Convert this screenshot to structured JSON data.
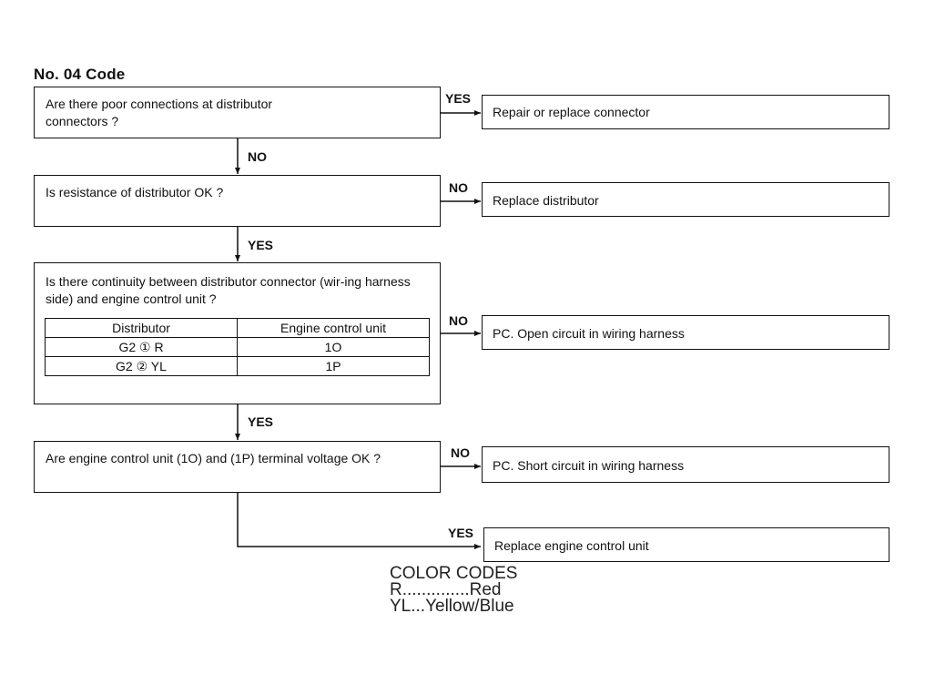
{
  "title": "No. 04 Code",
  "steps": [
    {
      "question": "Are there poor connections at distributor connectors ?",
      "branch_label": "YES",
      "result": "Repair or replace connector",
      "next_label": "NO"
    },
    {
      "question": "Is resistance of distributor OK ?",
      "branch_label": "NO",
      "result": "Replace distributor",
      "next_label": "YES"
    },
    {
      "question": "Is there continuity between distributor connector (wir-ing harness side) and engine control unit ?",
      "branch_label": "NO",
      "result": "PC. Open circuit in wiring harness",
      "next_label": "YES",
      "table": {
        "headers": [
          "Distributor",
          "Engine control unit"
        ],
        "rows": [
          [
            "G2 ① R",
            "1O"
          ],
          [
            "G2 ② YL",
            "1P"
          ]
        ]
      }
    },
    {
      "question": "Are engine control unit (1O) and (1P) terminal voltage OK ?",
      "branch_label": "NO",
      "result": "PC. Short circuit in wiring harness",
      "next_label": "YES"
    },
    {
      "result": "Replace engine control unit"
    }
  ],
  "legend": {
    "title": "COLOR CODES",
    "items": [
      "R..............Red",
      "YL...Yellow/Blue"
    ]
  }
}
